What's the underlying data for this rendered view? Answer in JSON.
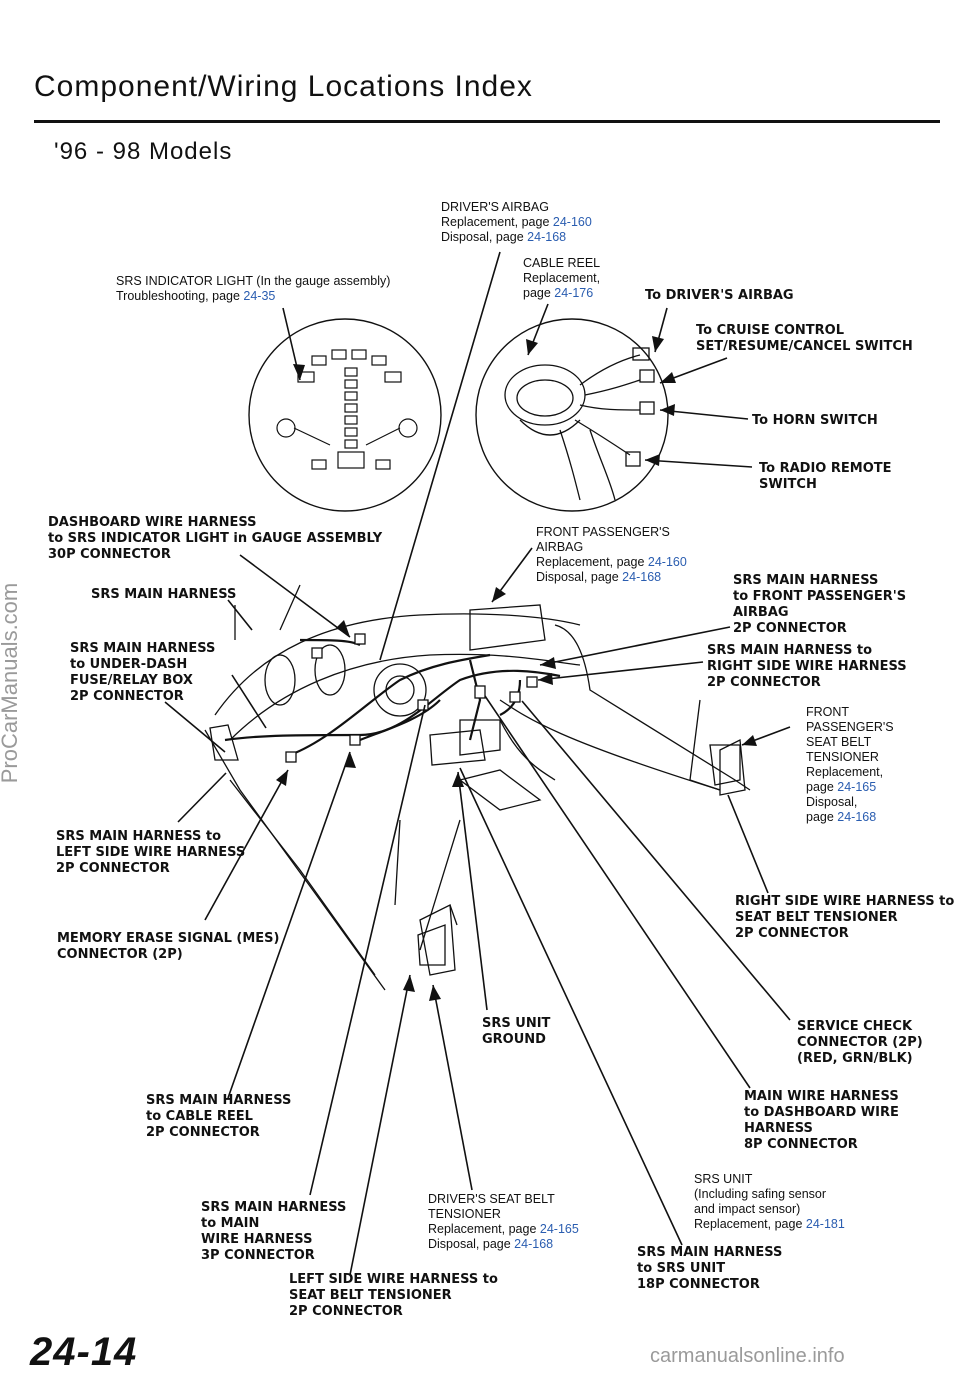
{
  "title": "Component/Wiring Locations Index",
  "subtitle": "'96 - 98 Models",
  "page_number": "24-14",
  "watermark_left": "ProCarManuals.com",
  "watermark_bottom": "carmanualsonline.info",
  "labels": {
    "drivers_airbag": {
      "name": "DRIVER'S AIRBAG",
      "l1": "Replacement, page ",
      "p1": "24-160",
      "l2": "Disposal, page ",
      "p2": "24-168"
    },
    "srs_indicator": {
      "name": "SRS INDICATOR LIGHT (In the gauge assembly)",
      "l1": "Troubleshooting, page ",
      "p1": "24-35"
    },
    "cable_reel": {
      "name": "CABLE REEL",
      "l1": "Replacement,",
      "l2": "page ",
      "p2": "24-176"
    },
    "front_pass_airbag": {
      "n1": "FRONT PASSENGER'S",
      "n2": "AIRBAG",
      "l1": "Replacement, page ",
      "p1": "24-160",
      "l2": "Disposal, page ",
      "p2": "24-168"
    },
    "front_pass_tensioner": {
      "n1": "FRONT",
      "n2": "PASSENGER'S",
      "n3": "SEAT BELT",
      "n4": "TENSIONER",
      "l1": "Replacement,",
      "l2": "page ",
      "p2": "24-165",
      "l3": "Disposal,",
      "l4": "page ",
      "p4": "24-168"
    },
    "srs_unit": {
      "n1": "SRS UNIT",
      "n2": "(Including safing sensor",
      "n3": "and impact sensor)",
      "l1": "Replacement, page ",
      "p1": "24-181"
    },
    "drivers_tensioner": {
      "n1": "DRIVER'S SEAT BELT",
      "n2": "TENSIONER",
      "l1": "Replacement, page ",
      "p1": "24-165",
      "l2": "Disposal, page ",
      "p2": "24-168"
    }
  },
  "callouts": {
    "to_drivers_airbag": [
      "To DRIVER'S AIRBAG"
    ],
    "to_cruise": [
      "To CRUISE CONTROL",
      "SET/RESUME/CANCEL SWITCH"
    ],
    "to_horn": [
      "To HORN SWITCH"
    ],
    "to_radio": [
      "To RADIO REMOTE",
      "SWITCH"
    ],
    "dashboard_harness": [
      "DASHBOARD WIRE HARNESS",
      "to SRS INDICATOR LIGHT in GAUGE ASSEMBLY",
      "30P CONNECTOR"
    ],
    "srs_main_harness": [
      "SRS MAIN HARNESS"
    ],
    "underdash": [
      "SRS MAIN HARNESS",
      "to UNDER-DASH",
      "FUSE/RELAY BOX",
      "2P CONNECTOR"
    ],
    "front_pass_airbag_conn": [
      "SRS MAIN HARNESS",
      "to FRONT PASSENGER'S",
      "AIRBAG",
      "2P CONNECTOR"
    ],
    "right_side_conn": [
      "SRS MAIN HARNESS to",
      "RIGHT SIDE WIRE HARNESS",
      "2P CONNECTOR"
    ],
    "left_side_conn": [
      "SRS MAIN HARNESS to",
      "LEFT SIDE WIRE HARNESS",
      "2P CONNECTOR"
    ],
    "right_tensioner": [
      "RIGHT SIDE WIRE HARNESS to",
      "SEAT BELT TENSIONER",
      "2P CONNECTOR"
    ],
    "mes": [
      "MEMORY ERASE SIGNAL (MES)",
      "CONNECTOR (2P)"
    ],
    "srs_ground": [
      "SRS UNIT",
      "GROUND"
    ],
    "service_check": [
      "SERVICE CHECK",
      "CONNECTOR (2P)",
      "(RED, GRN/BLK)"
    ],
    "cable_reel_conn": [
      "SRS MAIN HARNESS",
      "to CABLE REEL",
      "2P CONNECTOR"
    ],
    "main_wire": [
      "MAIN WIRE HARNESS",
      "to DASHBOARD WIRE",
      "HARNESS",
      "8P CONNECTOR"
    ],
    "main_3p": [
      "SRS MAIN HARNESS",
      "to MAIN",
      "WIRE HARNESS",
      "3P CONNECTOR"
    ],
    "left_tensioner": [
      "LEFT SIDE WIRE HARNESS to",
      "SEAT BELT TENSIONER",
      "2P CONNECTOR"
    ],
    "srs_unit_18p": [
      "SRS MAIN HARNESS",
      "to SRS UNIT",
      "18P CONNECTOR"
    ]
  },
  "colors": {
    "link": "#2a5db0",
    "ink": "#111111",
    "watermark": "#9a9a9a"
  }
}
